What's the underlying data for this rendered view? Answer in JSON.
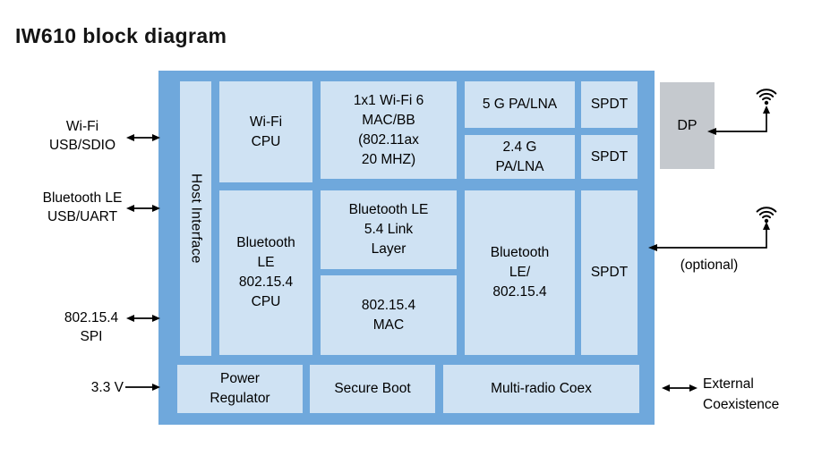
{
  "title": "IW610 block diagram",
  "colors": {
    "chip_frame": "#6FA8DC",
    "block_fill": "#CFE2F3",
    "dp_fill": "#C5C9CE",
    "text": "#000000",
    "arrow": "#000000"
  },
  "chip": {
    "host_interface": "Host Interface",
    "wifi_cpu": "Wi-Fi\nCPU",
    "wifi6_mac_bb": "1x1 Wi-Fi 6\nMAC/BB\n(802.11ax\n20 MHZ)",
    "pa_lna_5g": "5 G PA/LNA",
    "spdt_5g": "SPDT",
    "pa_lna_24g": "2.4 G\nPA/LNA",
    "spdt_24g": "SPDT",
    "bt_cpu": "Bluetooth\nLE\n802.15.4\nCPU",
    "bt_link_layer": "Bluetooth LE\n5.4 Link\nLayer",
    "mac_802154": "802.15.4\nMAC",
    "bt_radio": "Bluetooth\nLE/\n802.15.4",
    "spdt_bt": "SPDT",
    "power_regulator": "Power\nRegulator",
    "secure_boot": "Secure Boot",
    "multi_radio_coex": "Multi-radio Coex"
  },
  "external": {
    "dp": "DP",
    "wifi_host": "Wi-Fi\nUSB/SDIO",
    "bt_host": "Bluetooth LE\nUSB/UART",
    "spi_host": "802.15.4\nSPI",
    "power_in": "3.3 V",
    "optional": "(optional)",
    "ext_coex": "External\nCoexistence"
  },
  "icons": {
    "antenna_top": "wifi-antenna-icon",
    "antenna_right": "wifi-antenna-icon"
  }
}
